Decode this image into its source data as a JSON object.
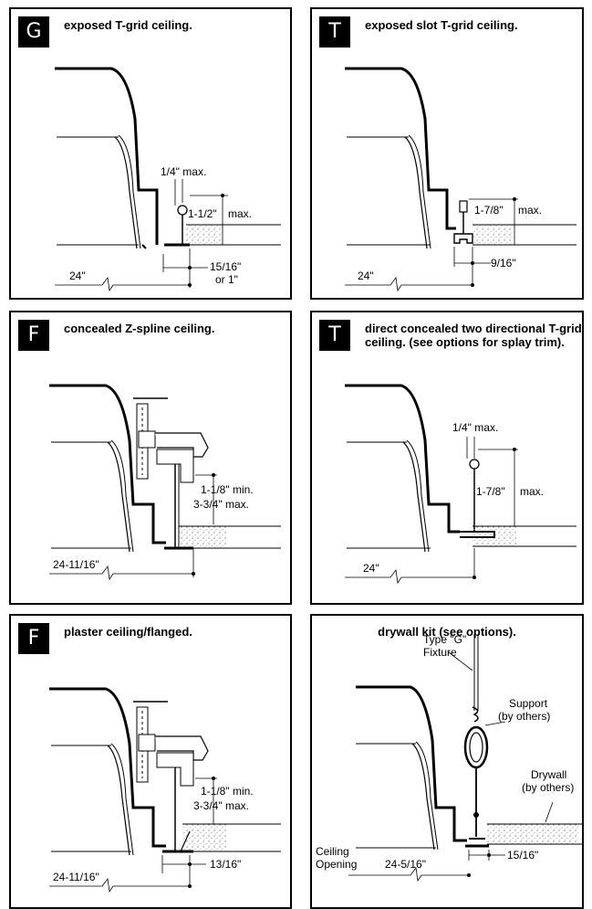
{
  "panels": [
    {
      "badge": "G",
      "title": "exposed T-grid ceiling.",
      "labels": {
        "gap": "1/4\" max.",
        "height": "1-1/2\"",
        "height_suffix": "max.",
        "flange": "15/16\"",
        "flange_alt": "or 1\"",
        "span": "24\""
      }
    },
    {
      "badge": "T",
      "title": "exposed slot T-grid ceiling.",
      "labels": {
        "height": "1-7/8\"",
        "height_suffix": "max.",
        "flange": "9/16\"",
        "span": "24\""
      }
    },
    {
      "badge": "F",
      "title": "concealed Z-spline ceiling.",
      "labels": {
        "min": "1-1/8\" min.",
        "max": "3-3/4\" max.",
        "span": "24-11/16\""
      }
    },
    {
      "badge": "T",
      "title": "direct concealed two directional T-grid ceiling. (see options for splay trim).",
      "labels": {
        "gap": "1/4\" max.",
        "height": "1-7/8\"",
        "height_suffix": "max.",
        "span": "24\""
      }
    },
    {
      "badge": "F",
      "title": "plaster ceiling/flanged.",
      "labels": {
        "min": "1-1/8\" min.",
        "max": "3-3/4\" max.",
        "flange": "13/16\"",
        "span": "24-11/16\""
      }
    },
    {
      "badge": "",
      "title": "drywall kit (see options).",
      "labels": {
        "fixture_l1": "Type \"G\"",
        "fixture_l2": "Fixture",
        "support_l1": "Support",
        "support_l2": "(by others)",
        "drywall_l1": "Drywall",
        "drywall_l2": "(by others)",
        "opening_l1": "Ceiling",
        "opening_l2": "Opening",
        "span": "24-5/16\"",
        "flange": "15/16\""
      }
    }
  ]
}
